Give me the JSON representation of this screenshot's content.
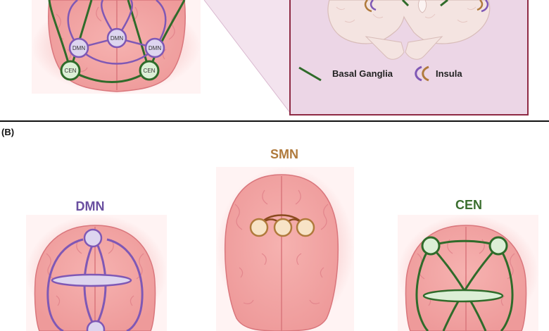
{
  "panel_b": {
    "label": "(B)"
  },
  "top_brain": {
    "node_dmn": "DMN",
    "node_cen": "CEN"
  },
  "legend": {
    "basal_ganglia": "Basal Ganglia",
    "insula": "Insula"
  },
  "networks": {
    "smn": {
      "label": "SMN",
      "color": "#b07a3c"
    },
    "dmn": {
      "label": "DMN",
      "color": "#6a4fa0"
    },
    "cen": {
      "label": "CEN",
      "color": "#3a6e2e"
    }
  },
  "colors": {
    "brain_fill": "#f3a3a3",
    "brain_stroke": "#d86f78",
    "glow": "#f8c9c9",
    "inset_fill": "#ecd6e6",
    "inset_border": "#8e2a44",
    "tissue": "#f4e4e1",
    "dmn_line": "#7f58b5",
    "dmn_node": "#ddd5ef",
    "cen_line": "#2f6b2a",
    "cen_node": "#dcefd6",
    "smn_line": "#8a4a1e",
    "smn_node": "#f7e3c6",
    "insula_outer": "#b07a3c",
    "insula_inner": "#7f58b5"
  }
}
